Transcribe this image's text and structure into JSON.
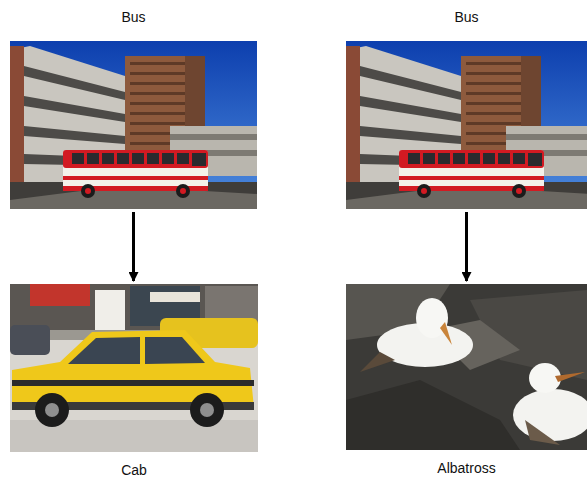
{
  "diagram": {
    "nodes": [
      {
        "text": [
          "Bus"
        ]
      },
      {
        "text": [
          "Bus"
        ]
      },
      {
        "text": [
          "Cab"
        ]
      },
      {
        "text": [
          "Albatross"
        ]
      }
    ],
    "edges": [
      {
        "from": 0,
        "to": 2,
        "arrow": "to"
      },
      {
        "from": 1,
        "to": 3,
        "arrow": "to"
      }
    ]
  }
}
